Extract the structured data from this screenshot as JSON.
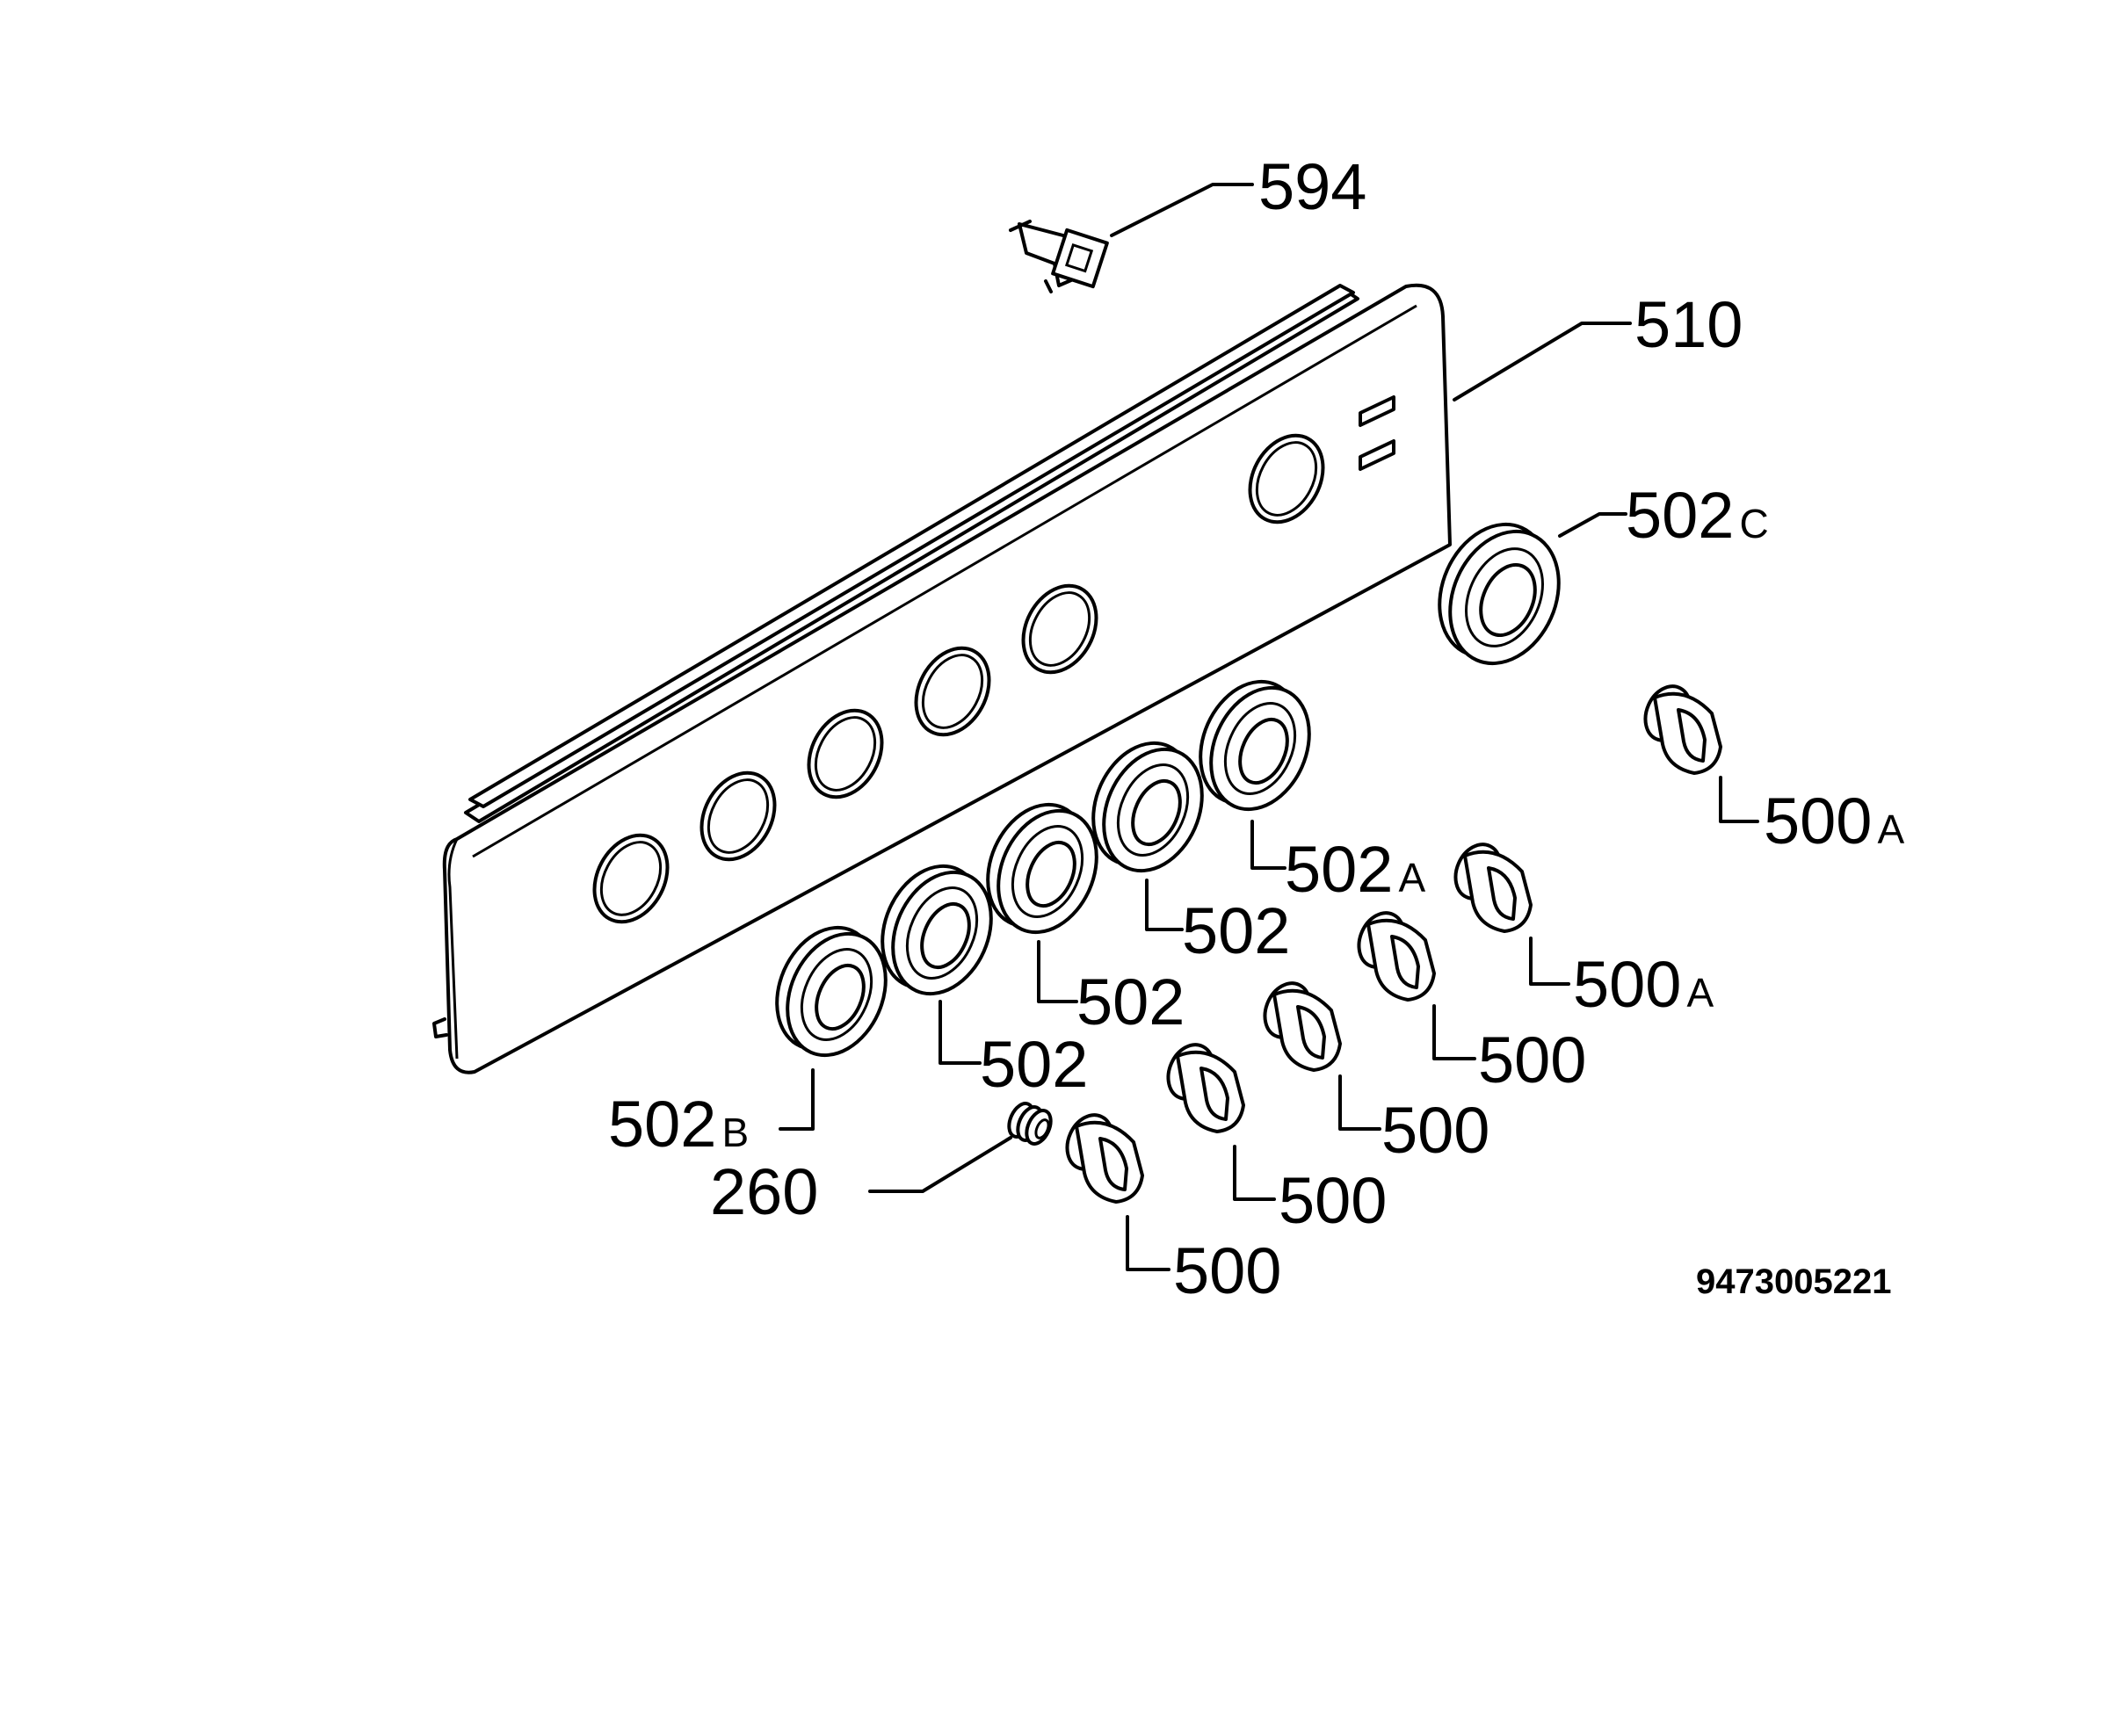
{
  "labels": {
    "l594": "594",
    "l510": "510",
    "l502c": "502",
    "l502c_suffix": "C",
    "l500a_1": "500",
    "l500a_1_suffix": "A",
    "l502a": "502",
    "l502a_suffix": "A",
    "l500a_2": "500",
    "l500a_2_suffix": "A",
    "l502_1": "502",
    "l502_2": "502",
    "l502_3": "502",
    "l500_1": "500",
    "l500_2": "500",
    "l500_3": "500",
    "l500_4": "500",
    "l502b": "502",
    "l502b_suffix": "B",
    "l260": "260"
  },
  "document_id": "9473005221"
}
